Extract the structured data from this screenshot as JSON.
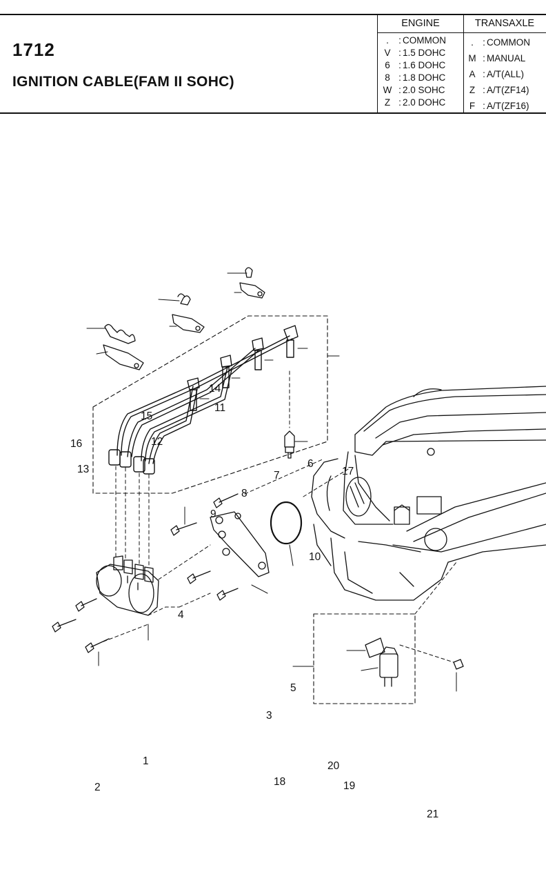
{
  "header": {
    "part_number": "1712",
    "title": "IGNITION CABLE(FAM II SOHC)"
  },
  "engine_table": {
    "heading": "ENGINE",
    "rows": [
      {
        "code": ".",
        "desc": "COMMON"
      },
      {
        "code": "V",
        "desc": "1.5 DOHC"
      },
      {
        "code": "6",
        "desc": "1.6 DOHC"
      },
      {
        "code": "8",
        "desc": "1.8 DOHC"
      },
      {
        "code": "W",
        "desc": "2.0 SOHC"
      },
      {
        "code": "Z",
        "desc": "2.0 DOHC"
      }
    ]
  },
  "transaxle_table": {
    "heading": "TRANSAXLE",
    "rows": [
      {
        "code": ".",
        "desc": "COMMON"
      },
      {
        "code": "M",
        "desc": "MANUAL"
      },
      {
        "code": "A",
        "desc": "A/T(ALL)"
      },
      {
        "code": "Z",
        "desc": "A/T(ZF14)"
      },
      {
        "code": "F",
        "desc": "A/T(ZF16)"
      }
    ]
  },
  "callouts": [
    {
      "key": "c1",
      "text": "1"
    },
    {
      "key": "c2",
      "text": "2"
    },
    {
      "key": "c3",
      "text": "3"
    },
    {
      "key": "c4",
      "text": "4"
    },
    {
      "key": "c5",
      "text": "5"
    },
    {
      "key": "c6",
      "text": "6"
    },
    {
      "key": "c7",
      "text": "7"
    },
    {
      "key": "c8",
      "text": "8"
    },
    {
      "key": "c9",
      "text": "9"
    },
    {
      "key": "c10",
      "text": "10"
    },
    {
      "key": "c11",
      "text": "11"
    },
    {
      "key": "c12",
      "text": "12"
    },
    {
      "key": "c13",
      "text": "13"
    },
    {
      "key": "c14",
      "text": "14"
    },
    {
      "key": "c15",
      "text": "15"
    },
    {
      "key": "c16",
      "text": "16"
    },
    {
      "key": "c17",
      "text": "17"
    },
    {
      "key": "c18",
      "text": "18"
    },
    {
      "key": "c19",
      "text": "19"
    },
    {
      "key": "c20",
      "text": "20"
    },
    {
      "key": "c21",
      "text": "21"
    }
  ]
}
